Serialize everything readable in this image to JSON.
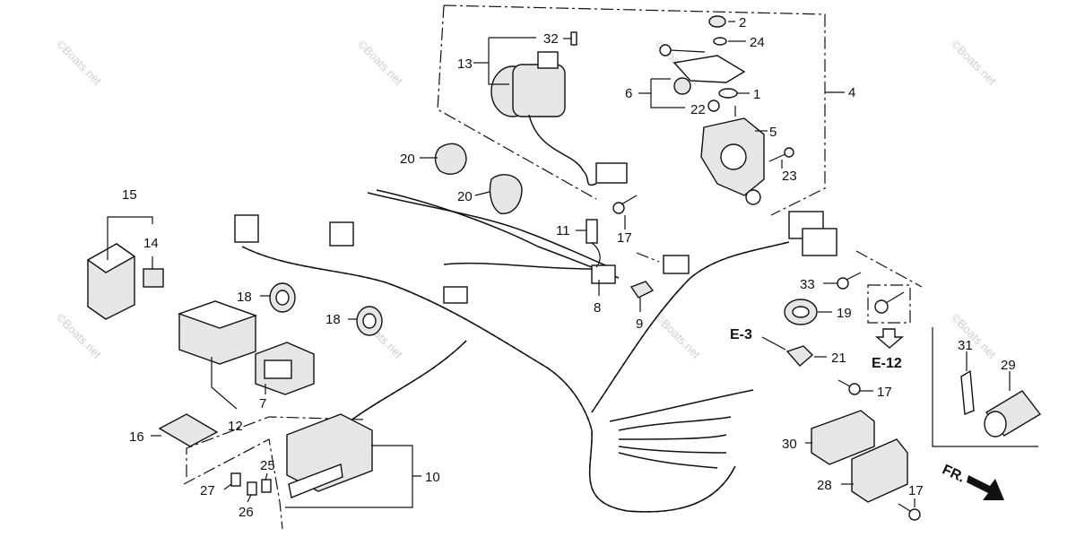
{
  "watermark": "©Boats.net",
  "callouts": [
    {
      "id": "c1",
      "text": "1"
    },
    {
      "id": "c2",
      "text": "2"
    },
    {
      "id": "c4",
      "text": "4"
    },
    {
      "id": "c5",
      "text": "5"
    },
    {
      "id": "c6",
      "text": "6"
    },
    {
      "id": "c7",
      "text": "7"
    },
    {
      "id": "c8",
      "text": "8"
    },
    {
      "id": "c9",
      "text": "9"
    },
    {
      "id": "c10",
      "text": "10"
    },
    {
      "id": "c11",
      "text": "11"
    },
    {
      "id": "c12",
      "text": "12"
    },
    {
      "id": "c13",
      "text": "13"
    },
    {
      "id": "c14",
      "text": "14"
    },
    {
      "id": "c15",
      "text": "15"
    },
    {
      "id": "c16",
      "text": "16"
    },
    {
      "id": "c17a",
      "text": "17"
    },
    {
      "id": "c17b",
      "text": "17"
    },
    {
      "id": "c17c",
      "text": "17"
    },
    {
      "id": "c18a",
      "text": "18"
    },
    {
      "id": "c18b",
      "text": "18"
    },
    {
      "id": "c19",
      "text": "19"
    },
    {
      "id": "c20a",
      "text": "20"
    },
    {
      "id": "c20b",
      "text": "20"
    },
    {
      "id": "c21",
      "text": "21"
    },
    {
      "id": "c22",
      "text": "22"
    },
    {
      "id": "c23",
      "text": "23"
    },
    {
      "id": "c24",
      "text": "24"
    },
    {
      "id": "c25",
      "text": "25"
    },
    {
      "id": "c26",
      "text": "26"
    },
    {
      "id": "c27",
      "text": "27"
    },
    {
      "id": "c28",
      "text": "28"
    },
    {
      "id": "c29",
      "text": "29"
    },
    {
      "id": "c30",
      "text": "30"
    },
    {
      "id": "c31",
      "text": "31"
    },
    {
      "id": "c32",
      "text": "32"
    },
    {
      "id": "c33",
      "text": "33"
    }
  ],
  "references": {
    "e3": "E-3",
    "e12": "E-12",
    "fr": "FR."
  }
}
